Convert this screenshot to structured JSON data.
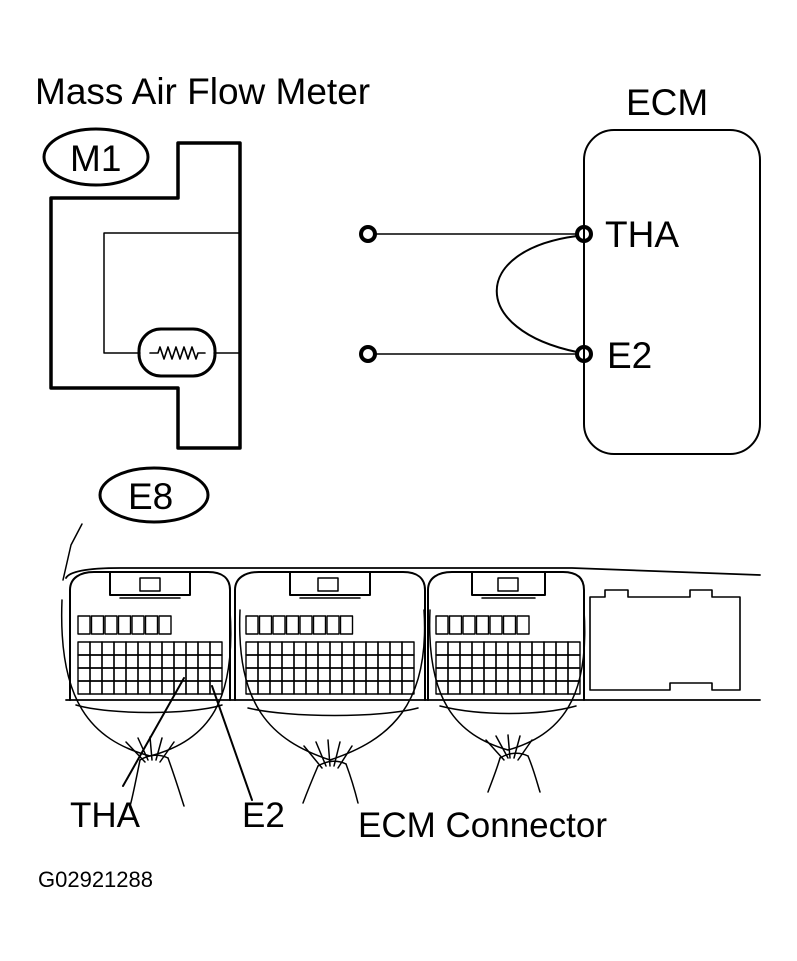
{
  "title": "Mass Air Flow Meter",
  "ecm_label": "ECM",
  "connectors": {
    "meter_code": "M1",
    "ecm_code": "E8"
  },
  "terminals": {
    "tha": "THA",
    "e2": "E2"
  },
  "connector_labels": {
    "tha": "THA",
    "e2": "E2",
    "caption": "ECM Connector"
  },
  "figure_code": "G02921288",
  "colors": {
    "line": "#000000",
    "background": "#ffffff"
  }
}
